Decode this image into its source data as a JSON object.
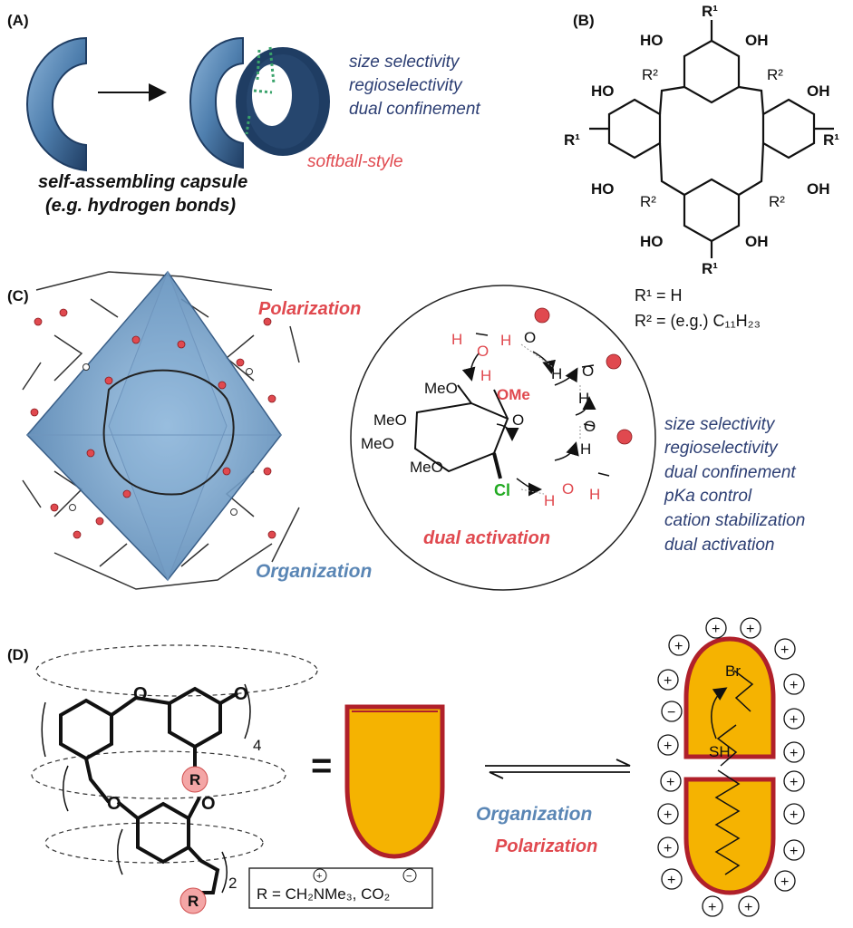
{
  "panels": {
    "a": "(A)",
    "b": "(B)",
    "c": "(C)",
    "d": "(D)"
  },
  "panel_a": {
    "features": [
      "size selectivity",
      "regioselectivity",
      "dual confinement"
    ],
    "softball": "softball-style",
    "caption_line1": "self-assembling capsule",
    "caption_line2": "(e.g. hydrogen bonds)"
  },
  "panel_b": {
    "r1_def": "R¹ = H",
    "r2_def": "R² = (e.g.) C₁₁H₂₃",
    "oh": "OH",
    "ho": "HO",
    "r1": "R¹",
    "r2": "R²"
  },
  "panel_c": {
    "polarization": "Polarization",
    "organization": "Organization",
    "dual_activation": "dual activation",
    "features": [
      "size selectivity",
      "regioselectivity",
      "dual confinement",
      "pKa control",
      "cation stabilization",
      "dual activation"
    ],
    "meo": "MeO",
    "ome": "OMe",
    "cl": "Cl",
    "h": "H",
    "o": "O"
  },
  "panel_d": {
    "equals": "=",
    "subscript4": "4",
    "subscript2": "2",
    "r": "R",
    "o": "O",
    "r_def": "R = CH₂NMe₃, CO₂",
    "organization": "Organization",
    "polarization": "Polarization",
    "br": "Br",
    "sh": "SH",
    "plus": "+",
    "minus": "−"
  },
  "colors": {
    "capsule_blue": "#4f7fae",
    "accent_red": "#e0494f",
    "text_blue": "#2c3e73",
    "org_blue": "#5a86b5",
    "orange_fill": "#f5b301",
    "dark_red_outline": "#b0202a"
  }
}
